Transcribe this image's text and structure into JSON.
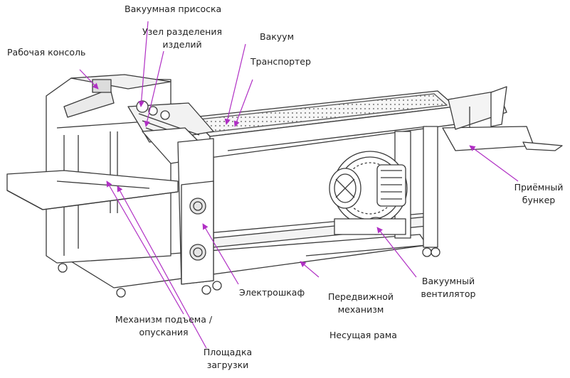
{
  "labels": {
    "vacuum_cup": "Вакуумная присоска",
    "separation_line1": "Узел разделения",
    "separation_line2": "изделий",
    "console": "Рабочая консоль",
    "vacuum": "Вакуум",
    "conveyor": "Транспортер",
    "receiving_line1": "Приёмный",
    "receiving_line2": "бункер",
    "fan_line1": "Вакуумный",
    "fan_line2": "вентилятор",
    "cabinet": "Электрошкаф",
    "mobile_line1": "Передвижной",
    "mobile_line2": "механизм",
    "lift_line1": "Механизм подъема /",
    "lift_line2": "опускания",
    "frame": "Несущая рама",
    "platform_line1": "Площадка",
    "platform_line2": "загрузки"
  },
  "colors": {
    "leader": "#b02fc4",
    "line": "#3a3a3a",
    "fill": "#ffffff",
    "shade": "#e8e8e8"
  }
}
